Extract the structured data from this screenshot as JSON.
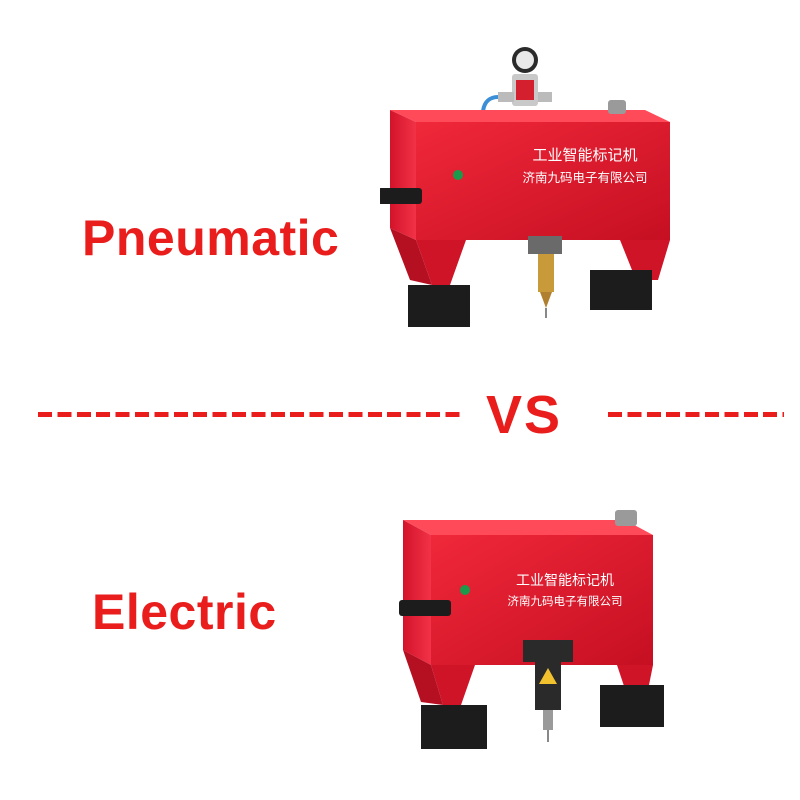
{
  "labels": {
    "pneumatic": "Pneumatic",
    "electric": "Electric",
    "vs": "VS"
  },
  "machine_plate": {
    "line1": "工业智能标记机",
    "line2": "济南九码电子有限公司"
  },
  "colors": {
    "accent_red": "#ea1d1d",
    "machine_red": "#e0162b",
    "machine_dark": "#1c1c1c"
  }
}
